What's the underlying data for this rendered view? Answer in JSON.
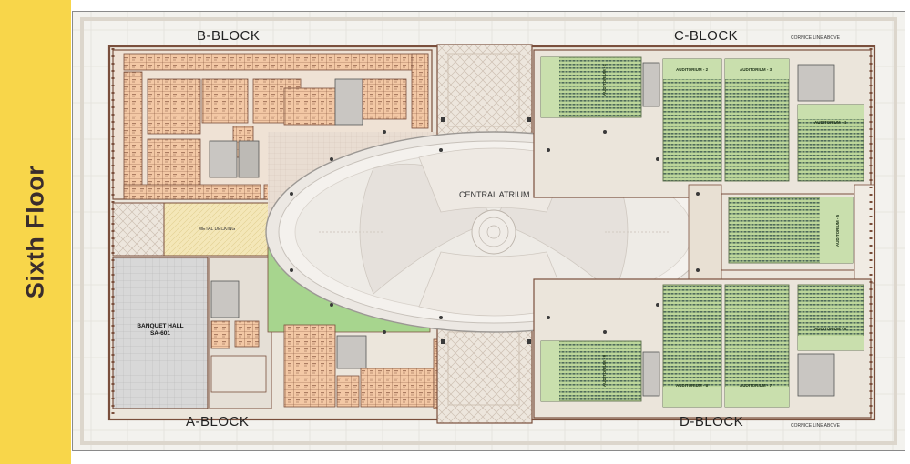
{
  "floor_title": "Sixth Floor",
  "blocks": {
    "b": "B-BLOCK",
    "c": "C-BLOCK",
    "a": "A-BLOCK",
    "d": "D-BLOCK"
  },
  "cornice_top": "CORNICE LINE ABOVE",
  "cornice_bottom": "CORNICE LINE ABOVE",
  "central_atrium": "CENTRAL ATRIUM",
  "metal_decking": "METAL DECKING",
  "banquet_hall": {
    "name": "BANQUET HALL",
    "code": "SA-601"
  },
  "auditoriums": {
    "a1": "AUDITORIUM - 1",
    "a2": "AUDITORIUM - 2",
    "a3": "AUDITORIUM - 3",
    "a4": "AUDITORIUM - 4",
    "a5": "AUDITORIUM - 5",
    "a6": "AUDITORIUM - 6",
    "a7": "AUDITORIUM - 7",
    "a8": "AUDITORIUM - 8",
    "a9": "AUDITORIUM - 9"
  },
  "colors": {
    "band": "#f8d64a",
    "shop": "#f3c8a5",
    "auditorium": "#bcd69a",
    "green_area": "#a7d58e",
    "decking": "#f4e7b8",
    "banquet": "#d9d9d9",
    "wall": "#8b5c44"
  }
}
